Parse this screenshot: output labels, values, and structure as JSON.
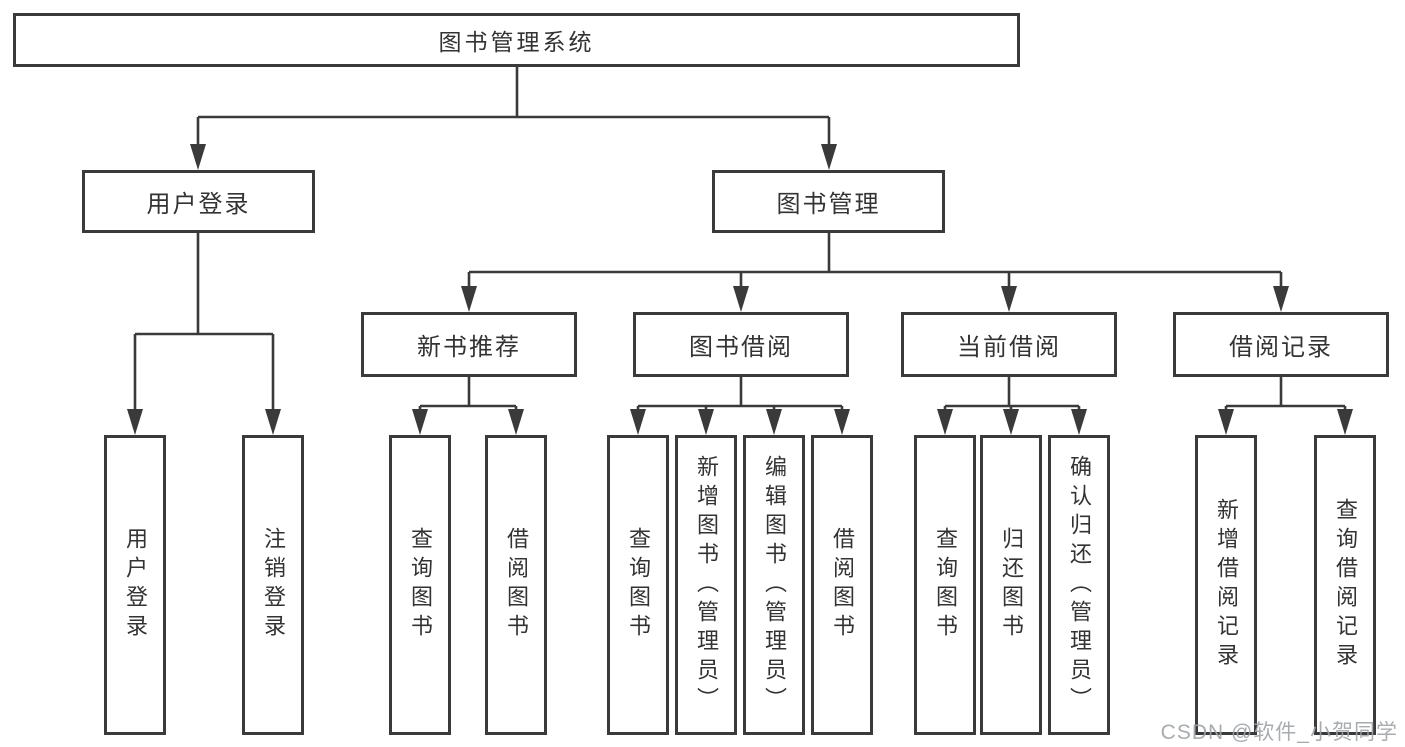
{
  "diagram": {
    "title": "图书管理系统",
    "root": {
      "label": "图书管理系统"
    },
    "branches": [
      {
        "label": "用户登录",
        "leaves": [
          "用户登录",
          "注销登录"
        ]
      },
      {
        "label": "图书管理",
        "children": [
          {
            "label": "新书推荐",
            "leaves": [
              "查询图书",
              "借阅图书"
            ]
          },
          {
            "label": "图书借阅",
            "leaves": [
              "查询图书",
              "新增图书（管理员）",
              "编辑图书（管理员）",
              "借阅图书"
            ]
          },
          {
            "label": "当前借阅",
            "leaves": [
              "查询图书",
              "归还图书",
              "确认归还（管理员）"
            ]
          },
          {
            "label": "借阅记录",
            "leaves": [
              "新增借阅记录",
              "查询借阅记录"
            ]
          }
        ]
      }
    ]
  },
  "watermark": {
    "text": "CSDN @软件_小贺同学"
  },
  "colors": {
    "line": "#3a3a3a",
    "text": "#333333",
    "watermark": "#9ea4a8",
    "background": "#ffffff"
  }
}
